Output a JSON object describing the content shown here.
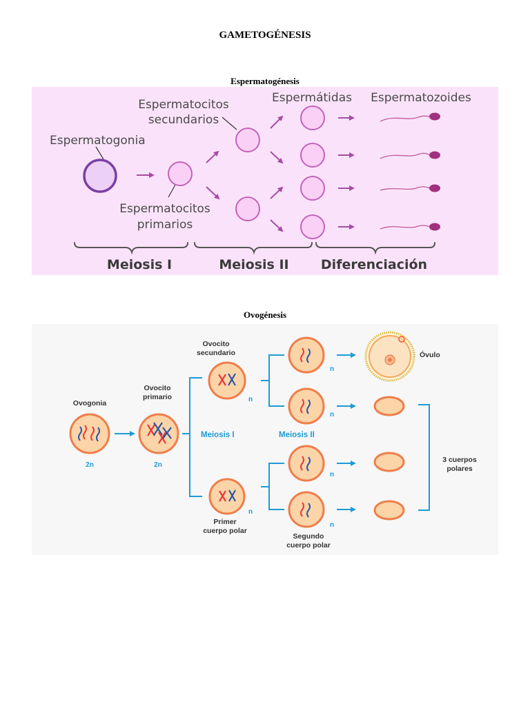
{
  "document": {
    "title": "GAMETOGÉNESIS"
  },
  "spermatogenesis": {
    "heading": "Espermatogénesis",
    "labels": {
      "spermatogonia": "Espermatogonia",
      "secondary_line1": "Espermatocitos",
      "secondary_line2": "secundarios",
      "primary_line1": "Espermatocitos",
      "primary_line2": "primarios",
      "spermatids": "Espermátidas",
      "spermatozoa": "Espermatozoides"
    },
    "phases": [
      "Meiosis I",
      "Meiosis II",
      "Diferenciación"
    ],
    "colors": {
      "background": "#fae3fa",
      "cell_fill": "#fbd0f6",
      "cell_stroke": "#c262b8",
      "spermatogonia_fill": "#ecd0f6",
      "spermatogonia_stroke": "#7b3fa3",
      "arrow": "#a64ca6",
      "sperm_head": "#a1307e",
      "brace": "#555555"
    }
  },
  "oogenesis": {
    "heading": "Ovogénesis",
    "labels": {
      "oogonia": "Ovogonia",
      "primary_line1": "Ovocito",
      "primary_line2": "primario",
      "secondary_line1": "Ovocito",
      "secondary_line2": "secundario",
      "meiosis1": "Meiosis I",
      "meiosis2": "Meiosis II",
      "first_polar_line1": "Primer",
      "first_polar_line2": "cuerpo polar",
      "second_polar_line1": "Segundo",
      "second_polar_line2": "cuerpo polar",
      "ovum": "Óvulo",
      "polar_bodies_line1": "3 cuerpos",
      "polar_bodies_line2": "polares",
      "diploid": "2n",
      "haploid": "n"
    },
    "colors": {
      "background": "#f7f7f7",
      "cell_fill": "#fbd4a8",
      "cell_stroke": "#ef7d4a",
      "line_blue": "#1e9ad6",
      "chrom_red": "#e8393a",
      "chrom_blue": "#2a55a8",
      "ovum_ring": "#d9b53c",
      "ovum_fill": "#fbe3c2"
    }
  }
}
